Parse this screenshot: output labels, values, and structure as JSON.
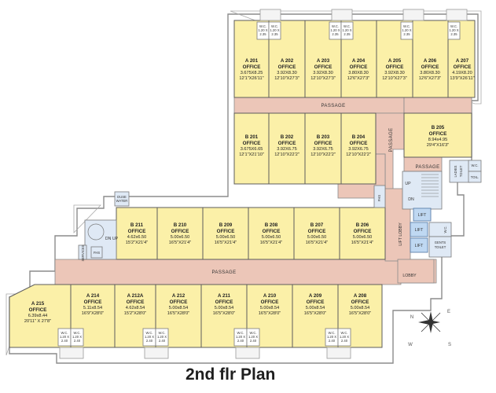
{
  "title": "2nd flr Plan",
  "colors": {
    "office": "#fbf0a8",
    "passage": "#ecc6b8",
    "lift": "#bfd8f2",
    "wall": "#5c5c5c"
  },
  "rooms": {
    "a201": {
      "name": "A 201",
      "type": "OFFICE",
      "dim": "3.675X8.25",
      "size": "12'1\"X26'11\""
    },
    "a202": {
      "name": "A 202",
      "type": "OFFICE",
      "dim": "3.92X8.30",
      "size": "12'10\"X27'3\""
    },
    "a203": {
      "name": "A 203",
      "type": "OFFICE",
      "dim": "3.92X8.30",
      "size": "12'10\"X27'3\""
    },
    "a204": {
      "name": "A 204",
      "type": "OFFICE",
      "dim": "3.80X8.30",
      "size": "12'6\"X27'3\""
    },
    "a205": {
      "name": "A 205",
      "type": "OFFICE",
      "dim": "3.92X8.30",
      "size": "12'10\"X27'3\""
    },
    "a206": {
      "name": "A 206",
      "type": "OFFICE",
      "dim": "3.80X8.30",
      "size": "12'6\"X27'3\""
    },
    "a207": {
      "name": "A 207",
      "type": "OFFICE",
      "dim": "4.19X8.20",
      "size": "13'9\"X26'11\""
    },
    "b201": {
      "name": "B 201",
      "type": "OFFICE",
      "dim": "3.675X6.65",
      "size": "12'1\"X21'10\""
    },
    "b202": {
      "name": "B 202",
      "type": "OFFICE",
      "dim": "3.92X6.75",
      "size": "12'10\"X22'2\""
    },
    "b203": {
      "name": "B 203",
      "type": "OFFICE",
      "dim": "3.92X6.75",
      "size": "12'10\"X22'2\""
    },
    "b204": {
      "name": "B 204",
      "type": "OFFICE",
      "dim": "3.92X6.75",
      "size": "12'10\"X22'2\""
    },
    "b205": {
      "name": "B 205",
      "type": "OFFICE",
      "dim": "8.94x4.95",
      "size": "29'4\"X16'3\""
    },
    "b211": {
      "name": "B 211",
      "type": "OFFICE",
      "dim": "4.62x6.50",
      "size": "15'2\"X21'4\""
    },
    "b210": {
      "name": "B 210",
      "type": "OFFICE",
      "dim": "5.00x6.50",
      "size": "16'5\"X21'4\""
    },
    "b209": {
      "name": "B 209",
      "type": "OFFICE",
      "dim": "5.00x6.50",
      "size": "16'5\"X21'4\""
    },
    "b208": {
      "name": "B 208",
      "type": "OFFICE",
      "dim": "5.00x6.50",
      "size": "16'5\"X21'4\""
    },
    "b207": {
      "name": "B 207",
      "type": "OFFICE",
      "dim": "5.00x6.50",
      "size": "16'5\"X21'4\""
    },
    "b206": {
      "name": "B 206",
      "type": "OFFICE",
      "dim": "5.00x6.50",
      "size": "16'5\"X21'4\""
    },
    "a215": {
      "name": "A 215",
      "type": "OFFICE",
      "dim": "6.39x8.44",
      "size": "20'11\" X 27'8\""
    },
    "a214": {
      "name": "A 214",
      "type": "OFFICE",
      "dim": "5.11x8.54",
      "size": "16'9\"X28'0\""
    },
    "a212a": {
      "name": "A 212A",
      "type": "OFFICE",
      "dim": "4.62x8.54",
      "size": "15'2\"X28'0\""
    },
    "a212": {
      "name": "A 212",
      "type": "OFFICE",
      "dim": "5.00x8.54",
      "size": "16'5\"X28'0\""
    },
    "a211": {
      "name": "A 211",
      "type": "OFFICE",
      "dim": "5.00x8.54",
      "size": "16'5\"X28'0\""
    },
    "a210": {
      "name": "A 210",
      "type": "OFFICE",
      "dim": "5.00x8.54",
      "size": "16'5\"X28'0\""
    },
    "a209": {
      "name": "A 209",
      "type": "OFFICE",
      "dim": "5.00x8.54",
      "size": "16'5\"X28'0\""
    },
    "a208": {
      "name": "A 208",
      "type": "OFFICE",
      "dim": "5.00x8.54",
      "size": "16'5\"X28'0\""
    }
  },
  "wc_top": {
    "l1": "W.C.",
    "l2": "1.20 X",
    "l3": "2.35"
  },
  "wc_bottom": {
    "l1": "W.C.",
    "l2": "1.20 X",
    "l3": "2.40"
  },
  "labels": {
    "passage": "PASSAGE",
    "lift": "LIFT",
    "lift_lobby": "LIFT LOBBY",
    "lobby": "LOBBY",
    "ladies_toilet_1": "LADIES",
    "ladies_toilet_2": "TOILET",
    "gents_toilet_1": "GENTS",
    "gents_toilet_2": "TOILET",
    "toil": "TOIL.",
    "wc": "W.C.",
    "up": "UP",
    "dn": "DN",
    "dn_up": "DN UP",
    "fhs": "FHS",
    "services": "SERVICES",
    "duct_1": "DUSE",
    "duct_2": "WATER"
  },
  "compass": {
    "n": "N",
    "s": "S",
    "e": "E",
    "w": "W"
  }
}
